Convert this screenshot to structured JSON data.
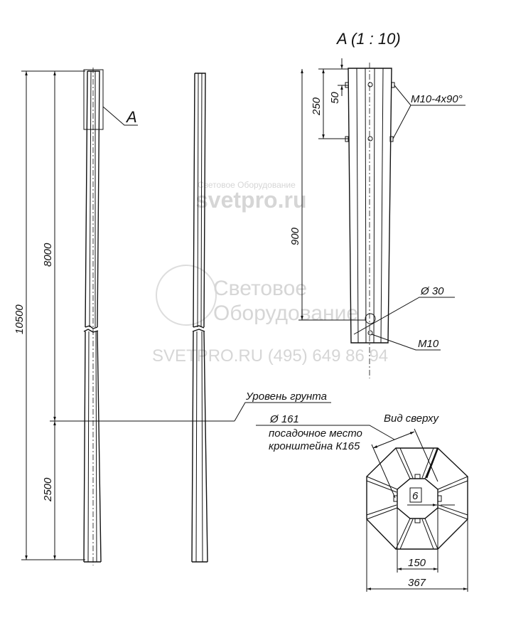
{
  "watermark": {
    "line1": "Световое Оборудование",
    "line2": "svetpro.ru",
    "logo1": "Световое",
    "logo2": "Оборудование",
    "contact": "SVETPRO.RU   (495) 649 86 94"
  },
  "main_view": {
    "detail_marker": "A",
    "dim_total": "10500",
    "dim_above": "8000",
    "dim_below": "2500",
    "ground_label": "Уровень грунта"
  },
  "detail_a": {
    "title": "A (1 : 10)",
    "dim_250": "250",
    "dim_50": "50",
    "dim_900": "900",
    "bolt_label": "M10-4x90°",
    "hole_label": "Ø 30",
    "bottom_bolt_label": "M10"
  },
  "top_view": {
    "title": "Вид сверху",
    "diameter": "Ø 161",
    "seat_line1": "посадочное место",
    "seat_line2": "кронштейна К165",
    "thickness": "6",
    "inner_width": "150",
    "outer_width": "367"
  }
}
